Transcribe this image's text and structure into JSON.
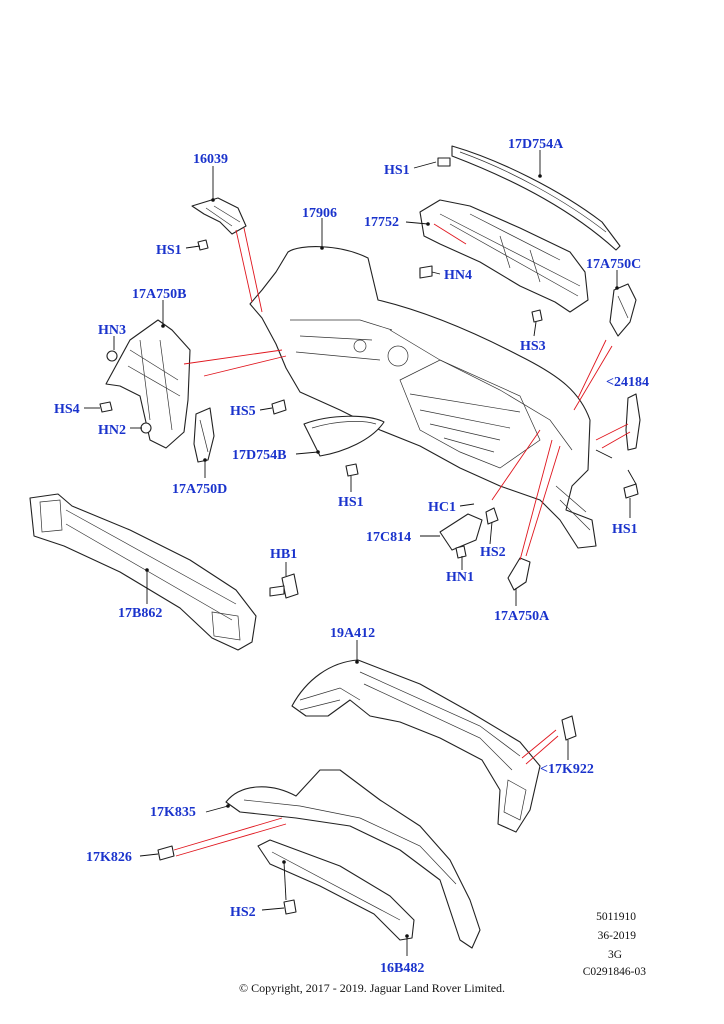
{
  "colors": {
    "label": "#1a33cc",
    "leader": "#111111",
    "callout": "#e0161e"
  },
  "labels": {
    "p16039": "16039",
    "p17906": "17906",
    "p17d754a": "17D754A",
    "hs1_top": "HS1",
    "p17752": "17752",
    "hs1_left": "HS1",
    "hn4": "HN4",
    "p17a750c": "17A750C",
    "p17a750b": "17A750B",
    "hs3": "HS3",
    "hn3": "HN3",
    "p24184": "<24184",
    "hs4": "HS4",
    "hs5": "HS5",
    "hn2": "HN2",
    "p17d754b": "17D754B",
    "p17a750d": "17A750D",
    "hs1_mid": "HS1",
    "hc1": "HC1",
    "hs1_right": "HS1",
    "p17c814": "17C814",
    "hs2_mid": "HS2",
    "hb1": "HB1",
    "hn1": "HN1",
    "p17b862": "17B862",
    "p17a750a": "17A750A",
    "p19a412": "19A412",
    "p17k922": "<17K922",
    "p17k835": "17K835",
    "p17k826": "17K826",
    "hs2_bottom": "HS2",
    "p16b482": "16B482"
  },
  "meta": {
    "line1": "5011910",
    "line2": "36-2019",
    "line3": "3G",
    "line4": "C0291846-03"
  },
  "copyright": "© Copyright, 2017 - 2019. Jaguar Land Rover Limited."
}
